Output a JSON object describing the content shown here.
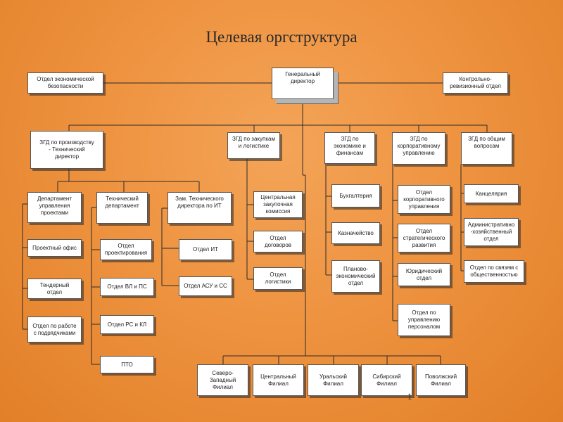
{
  "title": "Целевая оргструктура",
  "page_number": "1",
  "units": {
    "gd": "Генеральный\nдиректор",
    "econ_security": "Отдел экономической\nбезопасности",
    "audit": "Контрольно-\nревизионный отдел",
    "zgd_production": "ЗГД по производству\n- Технический\nдиректор",
    "zgd_procurement": "ЗГД по закупкам\nи логистике",
    "zgd_economics": "ЗГД по\nэкономике и\nфинансам",
    "zgd_corporate": "ЗГД по\nкорпоративному\nуправлению",
    "zgd_general": "ЗГД по общим\nвопросам",
    "dept_projects": "Департамент\nуправления\nпроектами",
    "tech_dept": "Технический\nдепартамент",
    "deputy_it": "Зам. Технического\nдиректора по ИТ",
    "project_office": "Проектный офис",
    "tender": "Тендерный\nотдел",
    "contractors": "Отдел по работе\nс подрядчиками",
    "design": "Отдел\nпроектирования",
    "vl_ps": "Отдел ВЛ и ПС",
    "rs_kl": "Отдел РС и КЛ",
    "pto": "ПТО",
    "it_dept": "Отдел ИТ",
    "asu_ss": "Отдел АСУ и СС",
    "central_procurement": "Центральная\nзакупочная\nкомиссия",
    "contracts": "Отдел\nдоговоров",
    "logistics": "Отдел\nлогистики",
    "accounting": "Бухгалтерия",
    "treasury": "Казначейство",
    "planning": "Планово-\nэкономический\nотдел",
    "corp_mgmt": "Отдел\nкорпоративного\nуправления",
    "strategy": "Отдел\nстратегического\nразвития",
    "legal": "Юридический\nотдел",
    "hr": "Отдел по\nуправлению\nперсоналом",
    "office": "Канцелярия",
    "admin": "Административно\n-хозяйственный\nотдел",
    "pr": "Отдел по связям с\nобщественностью",
    "branch_nw": "Северо-\nЗападный\nФилиал",
    "branch_central": "Центральный\nФилиал",
    "branch_ural": "Уральский\nФилиал",
    "branch_siberia": "Сибирский\nФилиал",
    "branch_volga": "Поволжский\nФилиал"
  }
}
